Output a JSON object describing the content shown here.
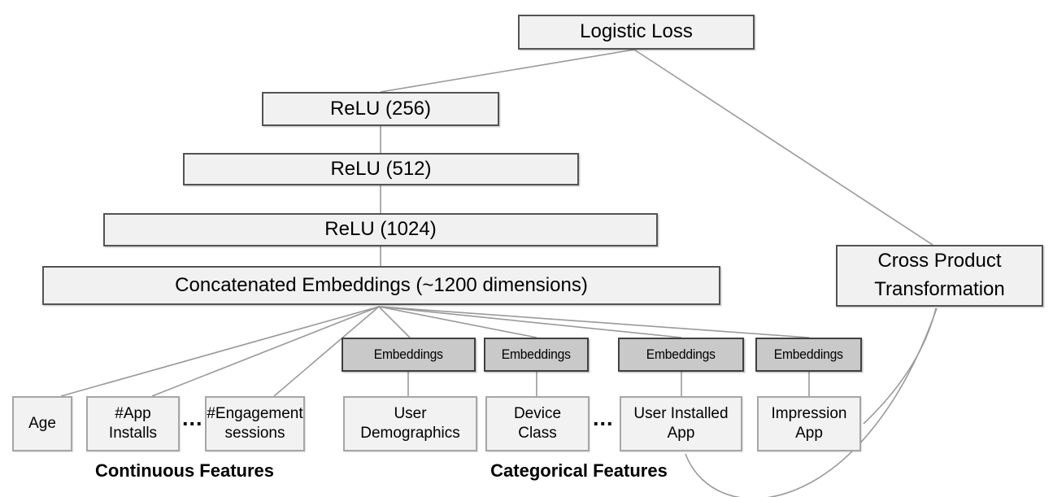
{
  "nodes": {
    "logistic_loss": {
      "label": "Logistic Loss"
    },
    "relu_256": {
      "label": "ReLU (256)"
    },
    "relu_512": {
      "label": "ReLU (512)"
    },
    "relu_1024": {
      "label": "ReLU (1024)"
    },
    "concatenated_embeddings": {
      "label": "Concatenated Embeddings (~1200 dimensions)"
    },
    "cross_product_transformation": {
      "label": "Cross Product\nTransformation"
    },
    "age": {
      "label": "Age"
    },
    "app_installs": {
      "label": "#App\nInstalls"
    },
    "engagement_sessions": {
      "label": "#Engagement\nsessions"
    },
    "user_demographics": {
      "label": "User\nDemographics"
    },
    "device_class": {
      "label": "Device\nClass"
    },
    "user_installed_app": {
      "label": "User Installed\nApp"
    },
    "impression_app": {
      "label": "Impression\nApp"
    }
  },
  "embeddings": [
    "Embeddings",
    "Embeddings",
    "Embeddings",
    "Embeddings"
  ],
  "ellipsis": [
    "...",
    "..."
  ],
  "group_labels": {
    "continuous": "Continuous Features",
    "categorical": "Categorical Features"
  },
  "colors": {
    "background": "#ffffff",
    "box_fill_light": "#f1f1f1",
    "box_border_dark": "#535353",
    "box_fill_feature": "#f2f2f2",
    "box_border_light": "#a6a6a6",
    "embedding_fill": "#c9c9c9",
    "embedding_border": "#3f3f3f",
    "connector": "#9a9a9a",
    "text": "#000000"
  }
}
